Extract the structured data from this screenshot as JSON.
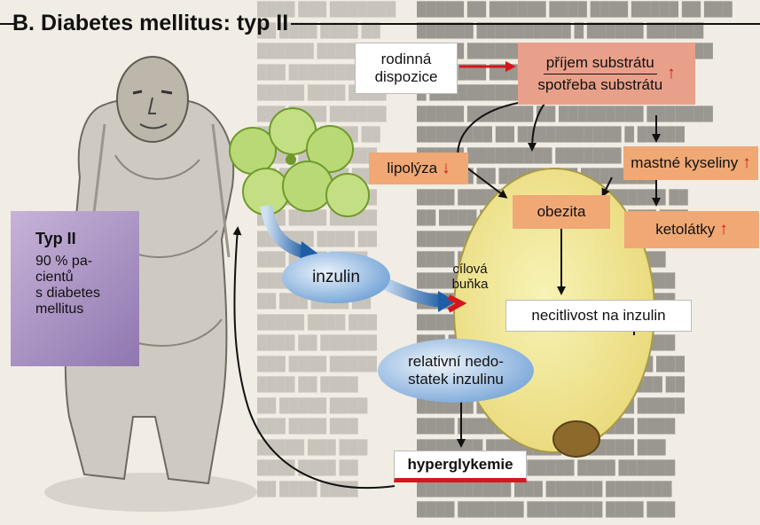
{
  "title": "B. Diabetes mellitus: typ II",
  "legend": {
    "type": "Typ II",
    "l1": "90 % pa-",
    "l2": "cientů",
    "l3": "s diabetes",
    "l4": "mellitus"
  },
  "nodes": {
    "rodinna": [
      "rodinná",
      "dispozice"
    ],
    "prijem_num": "příjem substrátu",
    "prijem_den": "spotřeba substrátu",
    "lipolyza": "lipolýza",
    "mastne": "mastné kyseliny",
    "obezita": "obezita",
    "ketolatky": "ketolátky",
    "inzulin": "inzulin",
    "cilova": [
      "cílová",
      "buňka"
    ],
    "necitlivost": "necitlivost na inzulin",
    "relativni": [
      "relativní nedo-",
      "statek inzulinu"
    ],
    "hyperglykemie": "hyperglykemie"
  },
  "arrows": {
    "up": "↑",
    "down": "↓"
  },
  "colors": {
    "orange": "#f0a874",
    "salmon": "#e9a08a",
    "blue": "#2f6aa8",
    "red": "#d4171c",
    "cell": "#f3ec9a",
    "legend": "#a58fc4"
  },
  "icons": [
    "fat-cell-icon",
    "person-illustration",
    "cell-nucleus-icon"
  ]
}
